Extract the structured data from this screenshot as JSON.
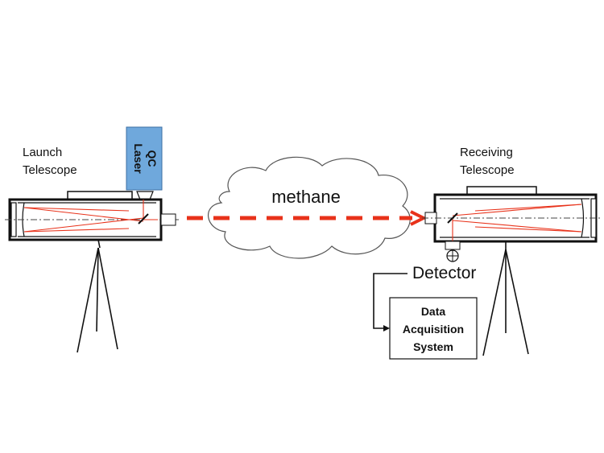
{
  "labels": {
    "launch_telescope": [
      "Launch",
      "Telescope"
    ],
    "receiving_telescope": [
      "Receiving",
      "Telescope"
    ],
    "laser": [
      "QC",
      "Laser"
    ],
    "gas": "methane",
    "detector": "Detector",
    "daq": [
      "Data",
      "Acquisition",
      "System"
    ]
  },
  "colors": {
    "beam": "#e8321a",
    "laser_box_fill": "#6fa8dc",
    "laser_box_stroke": "#3d6fa3",
    "outline": "#111111",
    "dash_dot": "#444444"
  }
}
